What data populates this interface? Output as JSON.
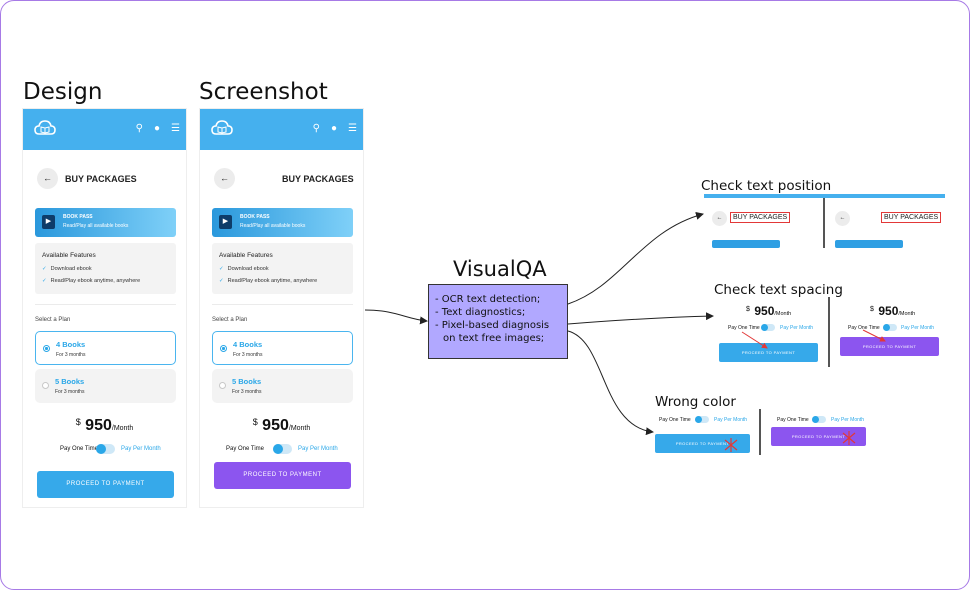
{
  "headings": {
    "design": "Design",
    "screenshot": "Screenshot",
    "visualqa": "VisualQA",
    "check_position": "Check text position",
    "check_spacing": "Check text spacing",
    "wrong_color": "Wrong color"
  },
  "visualqa_items": [
    "- OCR text detection;",
    "- Text diagnostics;",
    "- Pixel-based diagnosis",
    "  on text free images;"
  ],
  "phone": {
    "nav_icons": [
      "search-icon",
      "bell-icon",
      "menu-icon"
    ],
    "back": "←",
    "title": "BUY PACKAGES",
    "book_pass_title": "BOOK PASS",
    "book_pass_sub": "Read/Play all available books",
    "features_title": "Available Features",
    "features": [
      "Download ebook",
      "Read/Play ebook anytime, anywhere"
    ],
    "select_plan": "Select a Plan",
    "plans": [
      {
        "name": "4 Books",
        "duration": "For 3 months"
      },
      {
        "name": "5 Books",
        "duration": "For 3 months"
      }
    ],
    "currency": "$",
    "amount": "950",
    "per": "/Month",
    "pay_one_time": "Pay One Time",
    "pay_per_month": "Pay Per Month",
    "cta": "PROCEED TO PAYMENT"
  },
  "colors": {
    "design_cta": "#36a9ea",
    "screenshot_cta": "#8c55ef",
    "header_bar": "#45b0ee",
    "visualqa_box": "#b1a8ff",
    "highlight": "#e23838"
  }
}
